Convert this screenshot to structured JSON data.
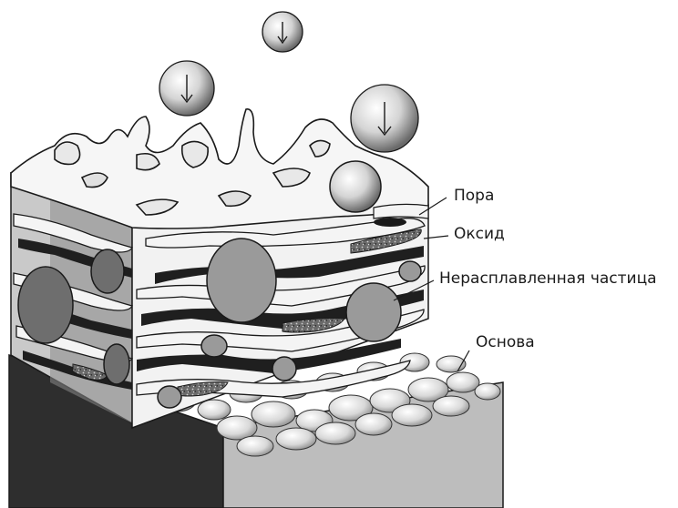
{
  "labels": {
    "pore": "Пора",
    "oxide": "Оксид",
    "unmelted_particle": "Нерасплавленная частица",
    "substrate": "Основа"
  },
  "colors": {
    "splat_fill": "#f4f4f4",
    "outline": "#1a1a1a",
    "dark_face": "#2e2e2e",
    "gray_face": "#8a8a8a",
    "particle_fill": "#9a9a9a",
    "substrate_fill": "#bdbdbd"
  }
}
